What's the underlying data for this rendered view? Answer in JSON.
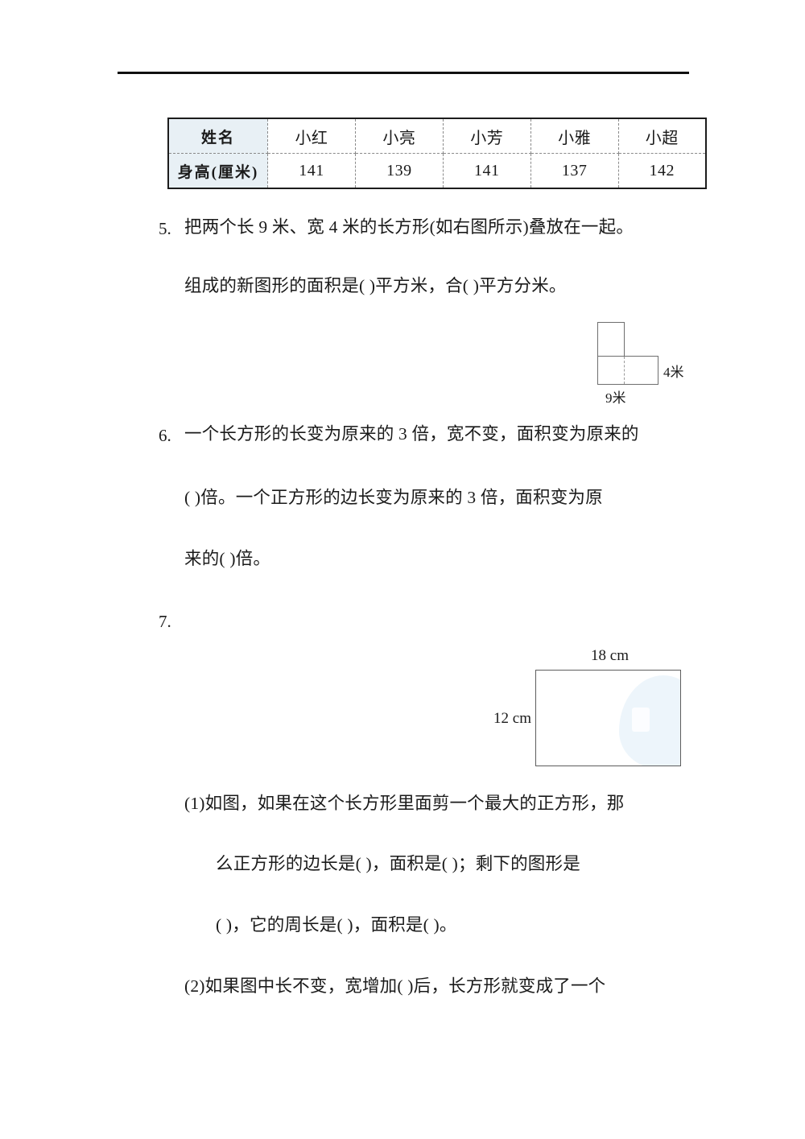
{
  "page": {
    "language": "zh-CN",
    "type": "math-worksheet"
  },
  "table": {
    "rows": [
      {
        "header": "姓名",
        "cells": [
          "小红",
          "小亮",
          "小芳",
          "小雅",
          "小超"
        ]
      },
      {
        "header": "身高(厘米)",
        "cells": [
          "141",
          "139",
          "141",
          "137",
          "142"
        ]
      }
    ],
    "header_bg": "#e8f0f5"
  },
  "questions": {
    "q5": {
      "number": "5.",
      "line1": "把两个长 9 米、宽 4 米的长方形(如右图所示)叠放在一起。",
      "line2": "组成的新图形的面积是(          )平方米，合(          )平方分米。",
      "figure": {
        "label_width": "4米",
        "label_length": "9米"
      }
    },
    "q6": {
      "number": "6.",
      "line1": "一个长方形的长变为原来的 3 倍，宽不变，面积变为原来的",
      "line2": "(          )倍。一个正方形的边长变为原来的 3 倍，面积变为原",
      "line3": "来的(          )倍。"
    },
    "q7": {
      "number": "7.",
      "figure": {
        "label_top": "18 cm",
        "label_left": "12 cm"
      },
      "sub1_line1": "(1)如图，如果在这个长方形里面剪一个最大的正方形，那",
      "sub1_line2": "么正方形的边长是(          )，面积是(          )；剩下的图形是",
      "sub1_line3": "(          )，它的周长是(          )，面积是(          )。",
      "sub2_line1": "(2)如果图中长不变，宽增加(          )后，长方形就变成了一个"
    }
  }
}
